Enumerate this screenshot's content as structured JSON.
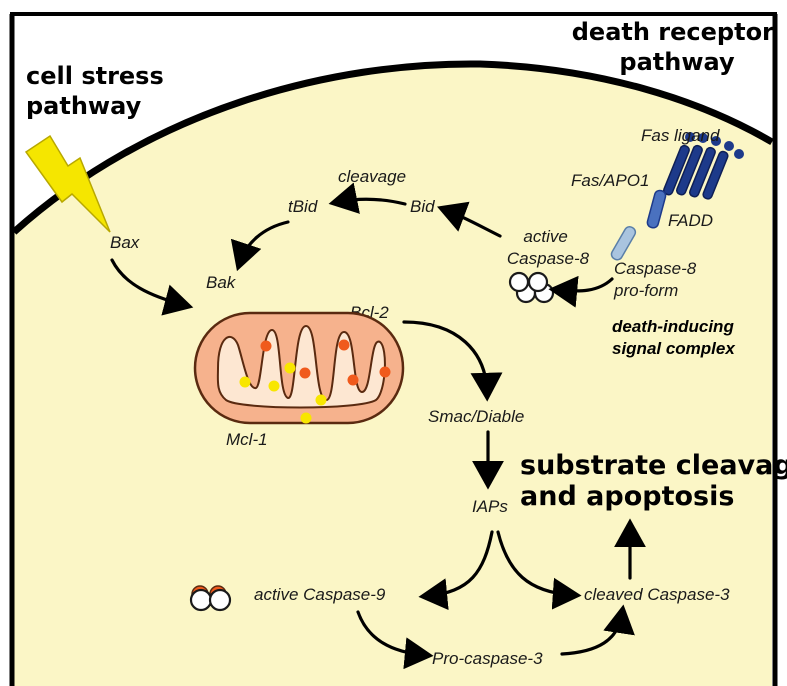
{
  "headings": {
    "cell_stress": [
      "cell stress",
      "pathway"
    ],
    "death_receptor": [
      "death receptor",
      "pathway"
    ],
    "outcome": [
      "substrate cleavage",
      "and apoptosis"
    ]
  },
  "labels": {
    "fas_ligand": "Fas ligand",
    "fas_apo1": "Fas/APO1",
    "fadd": "FADD",
    "caspase8_proform": [
      "Caspase-8",
      "pro-form"
    ],
    "disc": [
      "death-inducing",
      "signal complex"
    ],
    "active_caspase8": [
      "active",
      "Caspase-8"
    ],
    "cleavage": "cleavage",
    "tbid": "tBid",
    "bid": "Bid",
    "bax": "Bax",
    "bak": "Bak",
    "bcl2": "Bcl-2",
    "mcl1": "Mcl-1",
    "smac_diable": "Smac/Diable",
    "iaps": "IAPs",
    "active_caspase9": "active Caspase-9",
    "cleaved_caspase3": "cleaved Caspase-3",
    "procaspase3": "Pro-caspase-3"
  },
  "colors": {
    "cytoplasm": "#fbf6c6",
    "membrane": "#000000",
    "mitochondrion_outer": "#f6b28d",
    "mitochondrion_inner": "#fde7d2",
    "receptor_blue": "#1d3a8a",
    "fadd_blue": "#4a71bf",
    "caspase8_blue": "#a9c4df",
    "lightning": "#f5e600",
    "orange_dot": "#f05a1c",
    "yellow_dot": "#f8e600"
  }
}
